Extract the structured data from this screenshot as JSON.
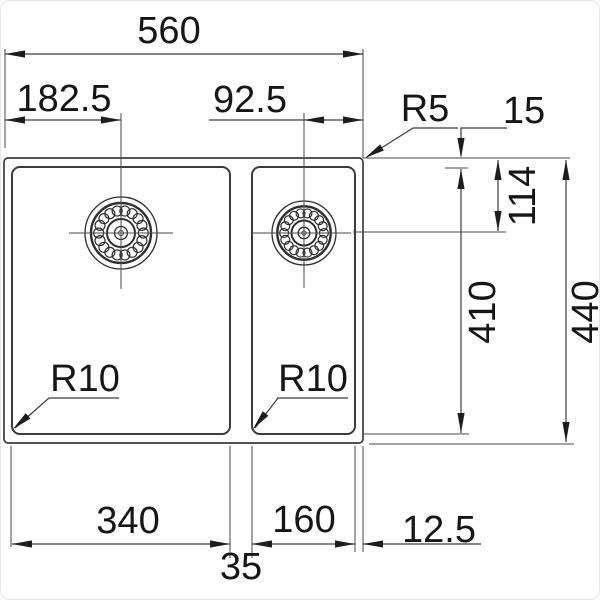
{
  "drawing": {
    "dims": {
      "overall_width": "560",
      "left_drain_from_left": "182.5",
      "right_drain_from_right": "92.5",
      "outer_corner_radius": "R5",
      "top_rim": "15",
      "drain_center_from_top": "114",
      "bowl_length": "410",
      "overall_depth": "440",
      "left_bowl_width": "340",
      "divider_width": "35",
      "right_bowl_width": "160",
      "right_rim": "12.5",
      "left_bowl_corner_radius": "R10",
      "right_bowl_corner_radius": "R10"
    },
    "colors": {
      "line": "#3c3c3c",
      "text": "#161616",
      "background": "#ffffff",
      "border": "#e6e6e6"
    }
  }
}
